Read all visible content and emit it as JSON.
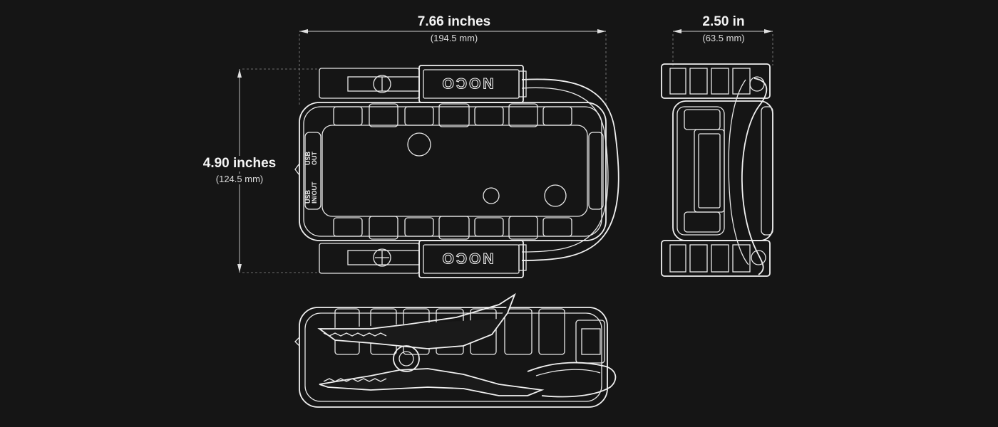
{
  "dimensions": {
    "length": {
      "imperial": "7.66 inches",
      "metric": "(194.5 mm)"
    },
    "depth": {
      "imperial": "2.50 in",
      "metric": "(63.5 mm)"
    },
    "height": {
      "imperial": "4.90 inches",
      "metric": "(124.5 mm)"
    }
  },
  "brand_mark": "NOCO",
  "ports": {
    "usb_out": "USB OUT",
    "usb_in_out": "USB IN/OUT"
  }
}
